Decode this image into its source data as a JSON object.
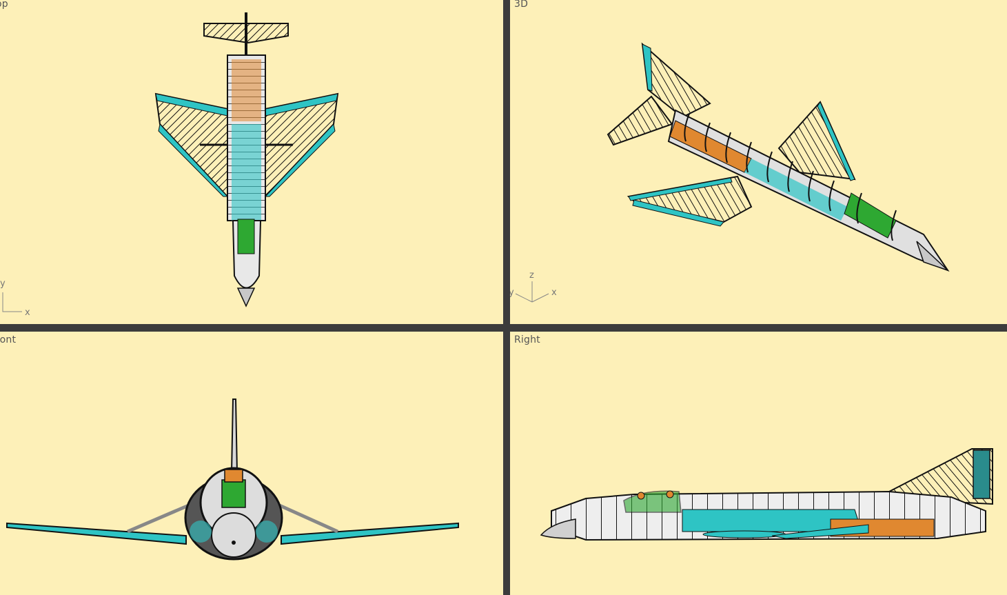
{
  "viewports": {
    "top": {
      "title": "op",
      "axis": {
        "a": "y",
        "b": "x"
      }
    },
    "persp": {
      "title": "3D",
      "axis": {
        "a": "z",
        "b": "x",
        "c": "y"
      }
    },
    "front": {
      "title": "ront"
    },
    "right": {
      "title": "Right"
    }
  },
  "colors": {
    "background": "#fdf0b8",
    "divider": "#3c3c3c",
    "accent_teal": "#2ec4c4",
    "frame_gray": "#d0d0d0",
    "outline": "#111111",
    "orange": "#e08830",
    "green": "#2ea832"
  }
}
